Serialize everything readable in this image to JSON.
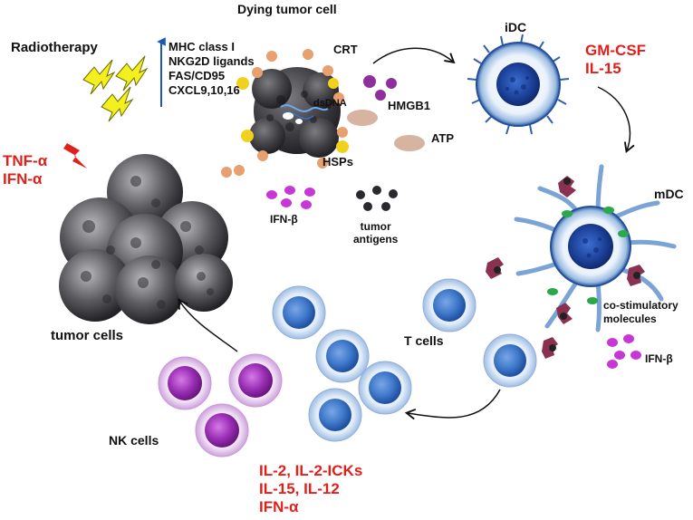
{
  "title": "Dying tumor cell",
  "labels": {
    "radiotherapy": "Radiotherapy",
    "crt": "CRT",
    "dsdna": "dsDNA",
    "hmgb1": "HMGB1",
    "atp": "ATP",
    "hsps": "HSPs",
    "ifn_beta_top": "IFN-β",
    "tumor_antigens": [
      "tumor",
      "antigens"
    ],
    "idc": "iDC",
    "mdc": "mDC",
    "co_stimulatory": [
      "co-stimulatory",
      "molecules"
    ],
    "ifn_beta_right": "IFN-β",
    "t_cells": "T cells",
    "nk_cells": "NK cells",
    "tumor_cells": "tumor cells"
  },
  "upregulated_list": [
    "MHC class I",
    "NKG2D ligands",
    "FAS/CD95",
    "CXCL9,10,16"
  ],
  "cytokines_left": [
    "TNF-α",
    "IFN-α"
  ],
  "cytokines_idc": [
    "GM-CSF",
    "IL-15"
  ],
  "cytokines_bottom": [
    "IL-2, IL-2-ICKs",
    "IL-15, IL-12",
    "IFN-α"
  ],
  "colors": {
    "red_text": "#e0201b",
    "tumor": "#5a5a5e",
    "dc_blue": "#1f4fa8",
    "t_cell": "#3f78c9",
    "nk_cell": "#9b2fb5",
    "receptor": "#8a3050",
    "hmgb1": "#8e2f9c",
    "crt": "#e8a06f",
    "hsps": "#f0d21c",
    "atp": "#d7b3a2",
    "ifn": "#c837d6",
    "costim": "#2aa84a",
    "bolt": "#f4ef1e"
  }
}
